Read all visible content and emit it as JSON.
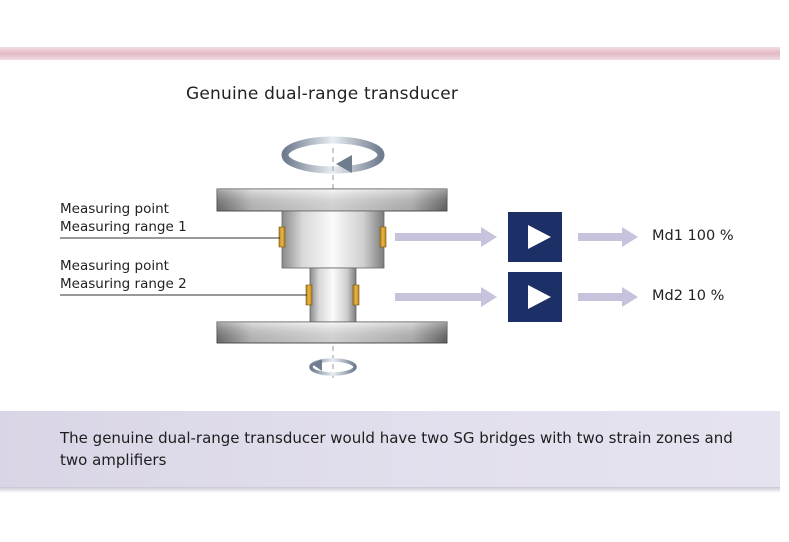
{
  "title": "Genuine dual-range transducer",
  "labels": {
    "point1_line1": "Measuring point",
    "point1_line2": "Measuring range 1",
    "point2_line1": "Measuring point",
    "point2_line2": "Measuring range 2"
  },
  "outputs": {
    "out1": "Md1  100 %",
    "out2": "Md2   10 %"
  },
  "caption": "The genuine dual-range transducer would have two SG bridges with two strain zones and two amplifiers",
  "colors": {
    "amplifier": "#1c2f66",
    "arrow": "#c7c3dc",
    "strain_gauge": "#d9a233",
    "caption_bg": "#e3e0ee",
    "top_band": "#e3b9c4"
  },
  "icons": {
    "top_rotation": "rotation-arrow-icon",
    "bottom_rotation": "rotation-arrow-icon",
    "amplifier": "play-triangle-icon"
  }
}
